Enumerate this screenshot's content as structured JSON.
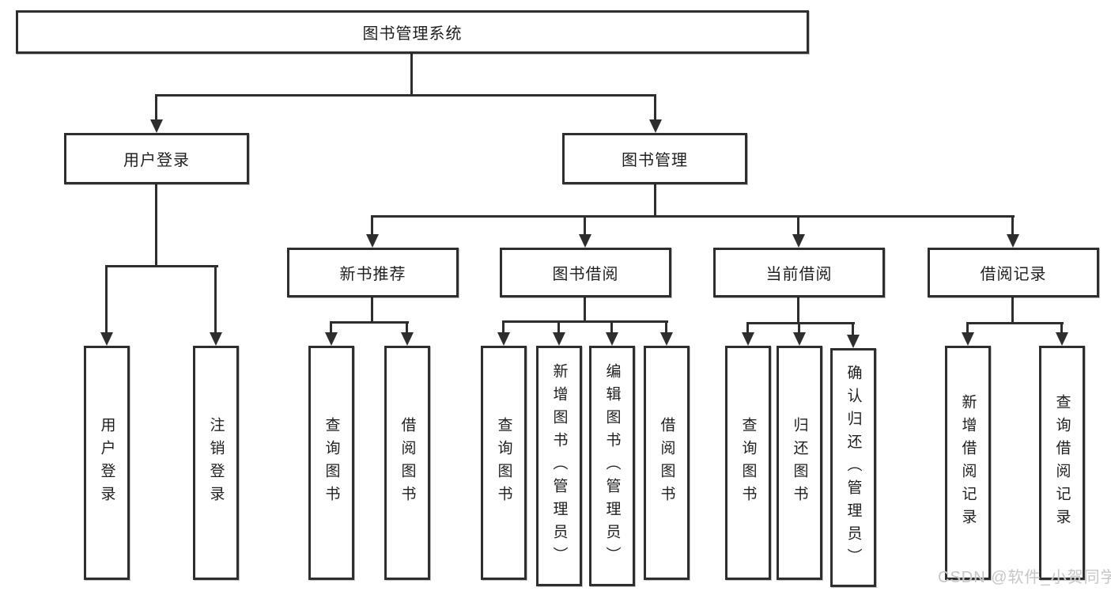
{
  "tree": {
    "root": {
      "label": "图书管理系统"
    },
    "branches": [
      {
        "label": "用户登录",
        "children": [
          {
            "label": "用户登录"
          },
          {
            "label": "注销登录"
          }
        ]
      },
      {
        "label": "图书管理",
        "sections": [
          {
            "label": "新书推荐",
            "children": [
              {
                "label": "查询图书"
              },
              {
                "label": "借阅图书"
              }
            ]
          },
          {
            "label": "图书借阅",
            "children": [
              {
                "label": "查询图书"
              },
              {
                "label": "新增图书（管理员）"
              },
              {
                "label": "编辑图书（管理员）"
              },
              {
                "label": "借阅图书"
              }
            ]
          },
          {
            "label": "当前借阅",
            "children": [
              {
                "label": "查询图书"
              },
              {
                "label": "归还图书"
              },
              {
                "label": "确认归还（管理员）"
              }
            ]
          },
          {
            "label": "借阅记录",
            "children": [
              {
                "label": "新增借阅记录"
              },
              {
                "label": "查询借阅记录"
              }
            ]
          }
        ]
      }
    ]
  },
  "watermark": {
    "text": "CSDN @软件_小贺同学"
  },
  "colors": {
    "line": "#2e2e2e",
    "box_background": "#ffffff",
    "text": "#1f1f1f",
    "watermark": "#c6c6c6"
  }
}
